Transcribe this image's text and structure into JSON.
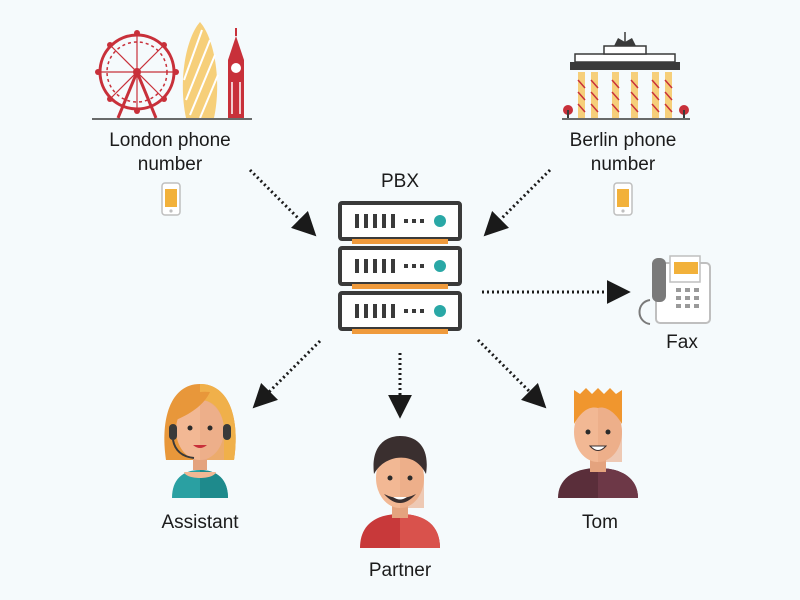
{
  "labels": {
    "london_line1": "London phone",
    "london_line2": "number",
    "berlin_line1": "Berlin phone",
    "berlin_line2": "number",
    "pbx": "PBX",
    "fax": "Fax",
    "assistant": "Assistant",
    "partner": "Partner",
    "tom": "Tom"
  },
  "icons": [
    "london-skyline-icon",
    "berlin-gate-icon",
    "mobile-phone-icon",
    "server-rack-icon",
    "fax-machine-icon",
    "assistant-avatar-icon",
    "partner-avatar-icon",
    "tom-avatar-icon"
  ],
  "colors": {
    "background": "#f5fafc",
    "server_frame": "#3a3a3a",
    "server_accent": "#ef9a3c",
    "server_led": "#2aa8a6",
    "skyline_red": "#c8303a",
    "phone_screen": "#f2b13a",
    "arrow": "#1a1a1a"
  }
}
